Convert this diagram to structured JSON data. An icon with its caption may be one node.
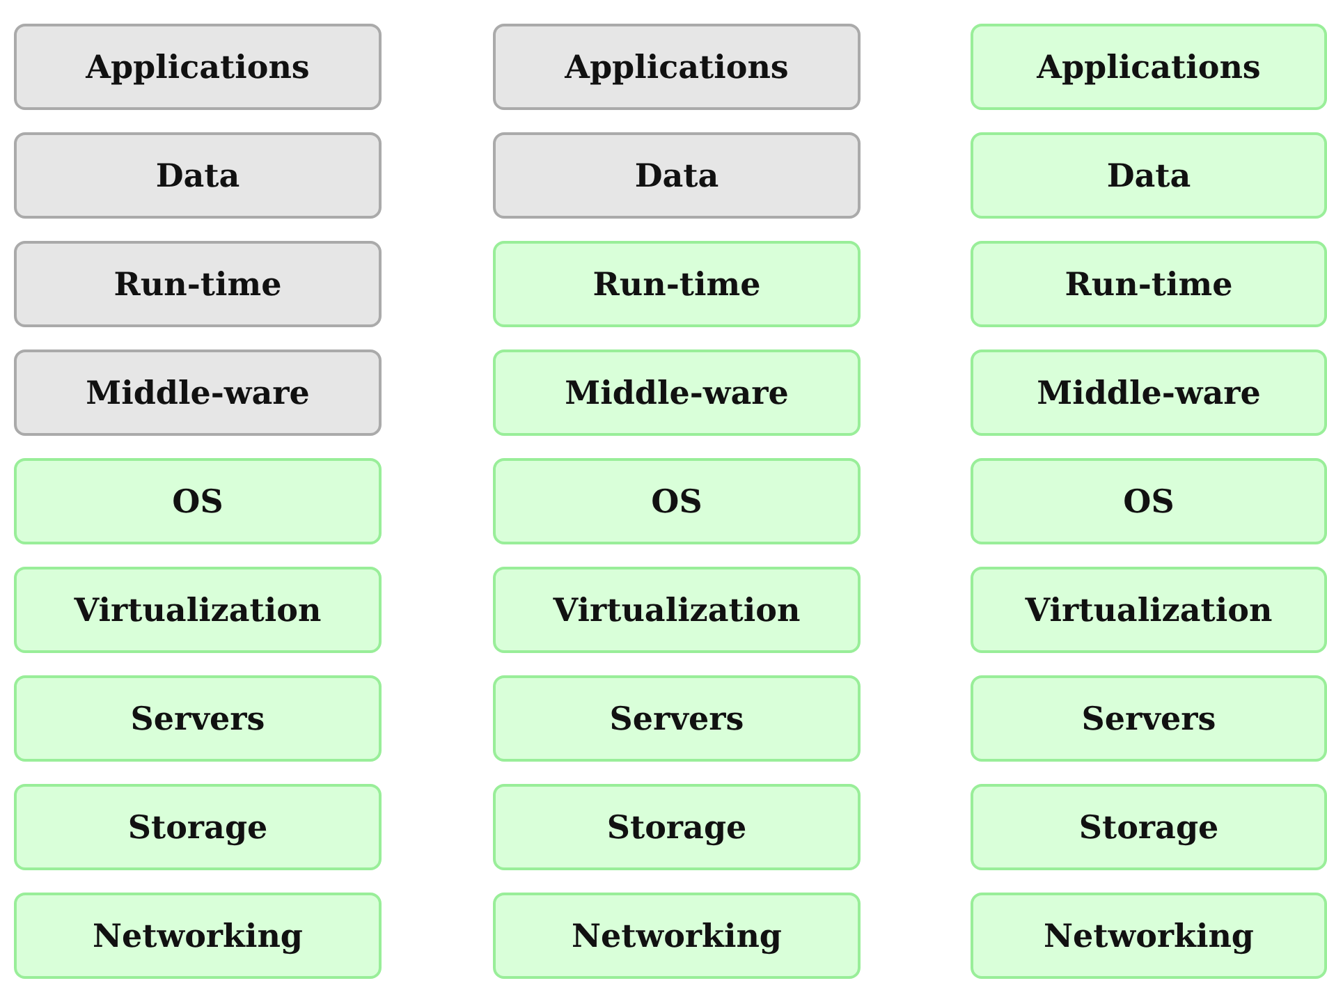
{
  "diagram": {
    "nodes": [
      {
        "text": [
          "Applications"
        ]
      },
      {
        "text": [
          "Data"
        ]
      },
      {
        "text": [
          "Run-time"
        ]
      },
      {
        "text": [
          "Middle-ware"
        ]
      },
      {
        "text": [
          "OS"
        ]
      },
      {
        "text": [
          "Virtualization"
        ]
      },
      {
        "text": [
          "Servers"
        ]
      },
      {
        "text": [
          "Storage"
        ]
      },
      {
        "text": [
          "Networking"
        ]
      },
      {
        "text": [
          "Applications"
        ]
      },
      {
        "text": [
          "Data"
        ]
      },
      {
        "text": [
          "Run-time"
        ]
      },
      {
        "text": [
          "Middle-ware"
        ]
      },
      {
        "text": [
          "OS"
        ]
      },
      {
        "text": [
          "Virtualization"
        ]
      },
      {
        "text": [
          "Servers"
        ]
      },
      {
        "text": [
          "Storage"
        ]
      },
      {
        "text": [
          "Networking"
        ]
      },
      {
        "text": [
          "Applications"
        ]
      },
      {
        "text": [
          "Data"
        ]
      },
      {
        "text": [
          "Run-time"
        ]
      },
      {
        "text": [
          "Middle-ware"
        ]
      },
      {
        "text": [
          "OS"
        ]
      },
      {
        "text": [
          "Virtualization"
        ]
      },
      {
        "text": [
          "Servers"
        ]
      },
      {
        "text": [
          "Storage"
        ]
      },
      {
        "text": [
          "Networking"
        ]
      }
    ],
    "edges": []
  }
}
